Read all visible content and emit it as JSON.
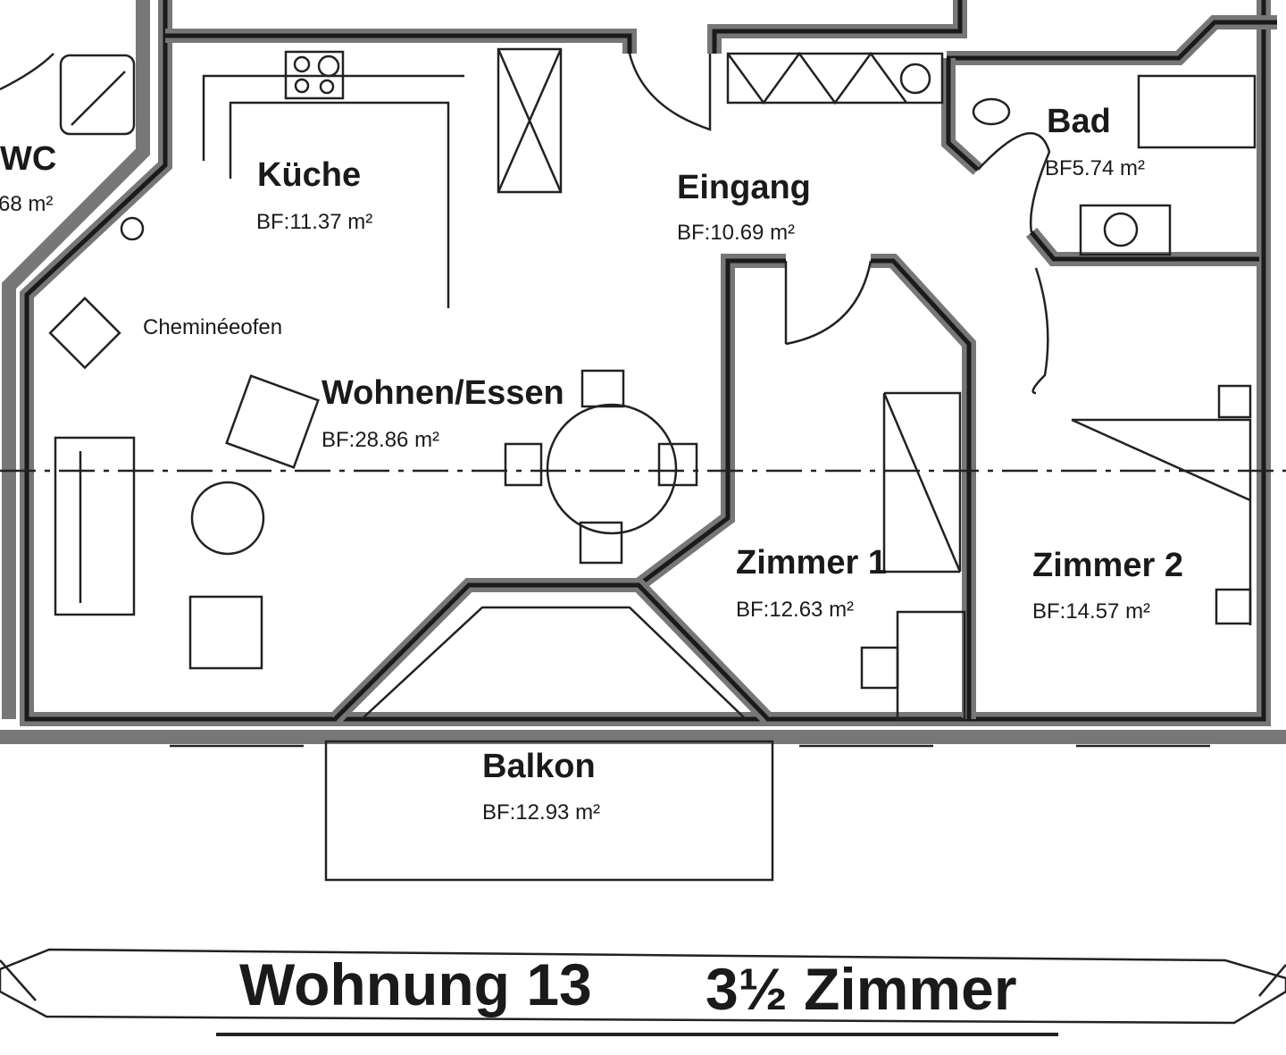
{
  "plan": {
    "title_unit": "Wohnung 13",
    "title_rooms": "3½ Zimmer",
    "rooms": {
      "wc": {
        "name": "WC",
        "area": "68 m²"
      },
      "kueche": {
        "name": "Küche",
        "area": "BF:11.37 m²"
      },
      "eingang": {
        "name": "Eingang",
        "area": "BF:10.69 m²"
      },
      "bad": {
        "name": "Bad",
        "area": "BF5.74 m²"
      },
      "wohnen": {
        "name": "Wohnen/Essen",
        "area": "BF:28.86 m²"
      },
      "zimmer1": {
        "name": "Zimmer 1",
        "area": "BF:12.63 m²"
      },
      "zimmer2": {
        "name": "Zimmer 2",
        "area": "BF:14.57 m²"
      },
      "balkon": {
        "name": "Balkon",
        "area": "BF:12.93 m²"
      }
    },
    "fixture_label": "Cheminéeofen",
    "colors": {
      "ink": "#1a1a1a",
      "hatch": "#777777",
      "paper": "#ffffff"
    }
  }
}
